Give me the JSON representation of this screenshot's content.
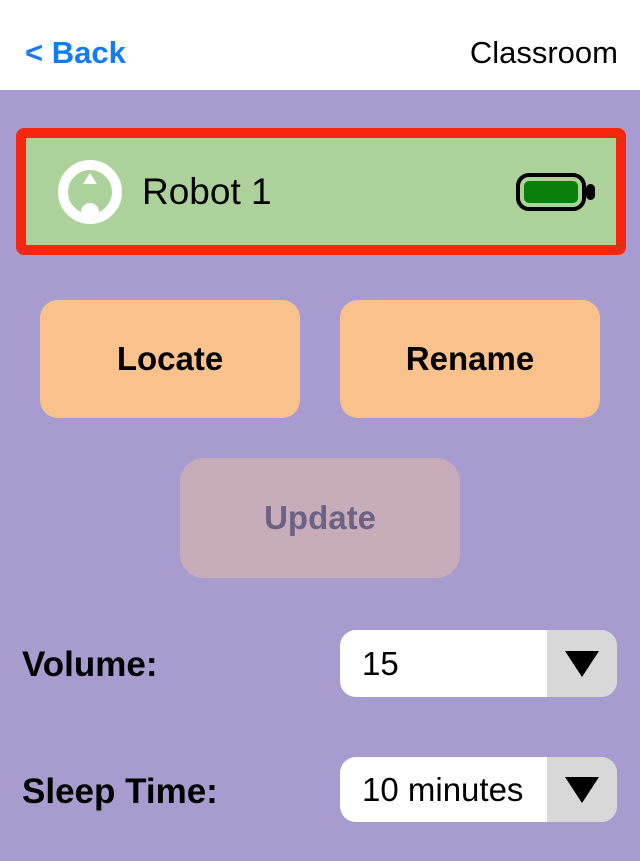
{
  "header": {
    "back_label": "< Back",
    "title": "Classroom"
  },
  "robot_card": {
    "name": "Robot 1",
    "battery_state": "full"
  },
  "actions": {
    "locate_label": "Locate",
    "rename_label": "Rename",
    "update_label": "Update"
  },
  "settings": {
    "volume_label": "Volume:",
    "volume_value": "15",
    "sleep_label": "Sleep Time:",
    "sleep_value": "10 minutes"
  },
  "colors": {
    "background": "#A89BCF",
    "header_bg": "#FFFFFF",
    "back_link_blue": "#127CF8",
    "card_green": "#ACD19B",
    "card_highlight_red": "#F5270E",
    "battery_green": "#0A800A",
    "action_button_orange": "#F9C28D",
    "update_button_mauve": "#C9ACBA",
    "update_text": "#6C6283",
    "dropdown_arrow_bg": "#D8D8D8"
  },
  "icons": {
    "robot": "robot-top-view-icon",
    "battery": "battery-full-icon",
    "dropdown_arrow": "dropdown-arrow-icon"
  }
}
